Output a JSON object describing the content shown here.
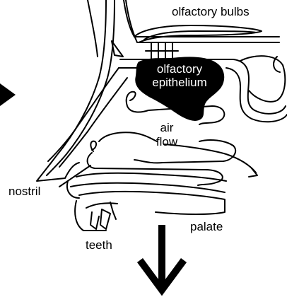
{
  "labels": {
    "olfactory_bulbs": "olfactory bulbs",
    "olfactory_epithelium_line1": "olfactory",
    "olfactory_epithelium_line2": "epithelium",
    "air_flow_line1": "air",
    "air_flow_line2": "flow",
    "nostril": "nostril",
    "palate": "palate",
    "teeth": "teeth"
  },
  "colors": {
    "ink": "#000000",
    "paper": "#ffffff",
    "epithelium_fill": "#000000"
  },
  "icons": {
    "left_arrow": "triangle-arrow-right-icon",
    "down_arrow": "down-arrow-icon"
  }
}
